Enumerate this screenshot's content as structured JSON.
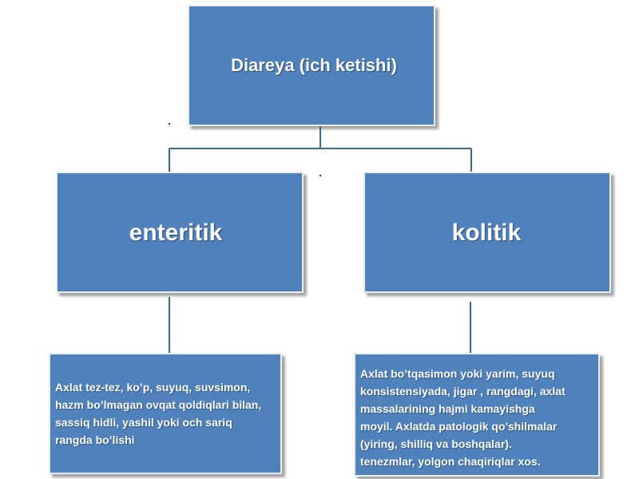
{
  "diagram": {
    "root": "Diareya (ich ketishi)",
    "branches": [
      {
        "title": "enteritik",
        "description": "Axlat tez-tez, ko’p, suyuq,  suvsimon,\nhazm bo’lmagan ovqat  qoldiqlari bilan,\nsassiq  hidli, yashil yoki och sariq\nrangda bo’lishi"
      },
      {
        "title": "kolitik",
        "description": "Axlat bo’tqasimon yoki yarim, suyuq\nkonsistensiyada, jigar , rangdagi, axlat\nmassalarining  hajmi kamayishga\nmoyil. Axlatda patologik qo’shilmalar\n(yiring, shilliq va boshqalar).\ntenezmlar, yolgon chaqiriqlar xos."
      }
    ]
  },
  "colors": {
    "box_fill": "#4f81bd",
    "connector": "#3c6894",
    "text": "#ffffff"
  }
}
